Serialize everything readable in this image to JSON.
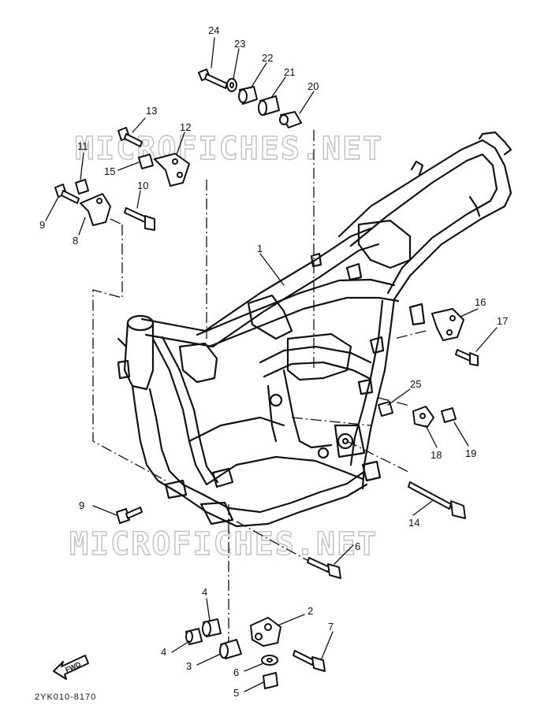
{
  "watermark": "MICROFICHES.NET",
  "drawing_code": "2YK010-8170",
  "fwd_label": "FWD",
  "callouts": [
    {
      "id": "c1",
      "text": "1"
    },
    {
      "id": "c2",
      "text": "2"
    },
    {
      "id": "c3",
      "text": "3"
    },
    {
      "id": "c4a",
      "text": "4"
    },
    {
      "id": "c4b",
      "text": "4"
    },
    {
      "id": "c5",
      "text": "5"
    },
    {
      "id": "c6a",
      "text": "6"
    },
    {
      "id": "c6b",
      "text": "6"
    },
    {
      "id": "c7",
      "text": "7"
    },
    {
      "id": "c8",
      "text": "8"
    },
    {
      "id": "c9a",
      "text": "9"
    },
    {
      "id": "c9b",
      "text": "9"
    },
    {
      "id": "c10",
      "text": "10"
    },
    {
      "id": "c11",
      "text": "11"
    },
    {
      "id": "c12",
      "text": "12"
    },
    {
      "id": "c13",
      "text": "13"
    },
    {
      "id": "c14",
      "text": "14"
    },
    {
      "id": "c15",
      "text": "15"
    },
    {
      "id": "c16",
      "text": "16"
    },
    {
      "id": "c17",
      "text": "17"
    },
    {
      "id": "c18",
      "text": "18"
    },
    {
      "id": "c19",
      "text": "19"
    },
    {
      "id": "c20",
      "text": "20"
    },
    {
      "id": "c21",
      "text": "21"
    },
    {
      "id": "c22",
      "text": "22"
    },
    {
      "id": "c23",
      "text": "23"
    },
    {
      "id": "c24",
      "text": "24"
    },
    {
      "id": "c25",
      "text": "25"
    }
  ]
}
